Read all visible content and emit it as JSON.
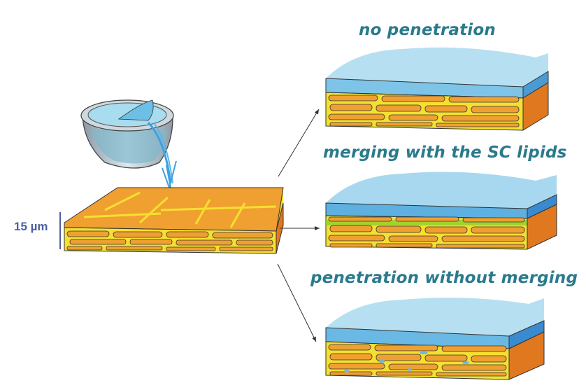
{
  "scale": {
    "label": "15 µm"
  },
  "outcomes": [
    {
      "title": "no penetration"
    },
    {
      "title": "merging with the SC lipids"
    },
    {
      "title": "penetration without merging"
    }
  ],
  "colors": {
    "title": "#2a7a8c",
    "scale": "#4b5fa0",
    "corneocyte": "#f0a030",
    "lipid": "#f5e030",
    "water": "#9fd4ea",
    "water_side": "#4a9ad4",
    "merged_lipid": "#8ccf2a"
  }
}
